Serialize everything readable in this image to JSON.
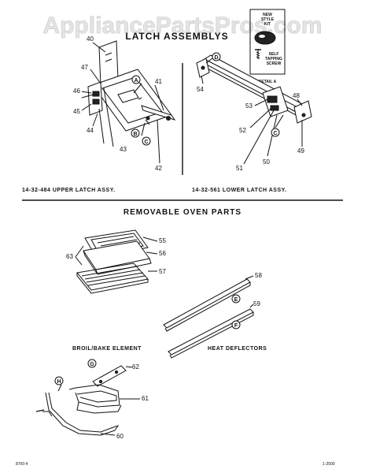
{
  "watermark": "AppliancePartsPros.com",
  "latch_section": {
    "title": "LATCH ASSEMBLYS",
    "upper_caption": "14-32-484 UPPER LATCH ASSY.",
    "lower_caption": "14-32-561 LOWER LATCH ASSY.",
    "detail_label": "DETAIL A",
    "detail_box": {
      "line1": "NEW",
      "line2": "STYLE",
      "line3": "KIT",
      "screw_line1": "SELF",
      "screw_line2": "TAPPING",
      "screw_line3": "SCREW"
    },
    "upper_numbers": [
      "40",
      "47",
      "46",
      "45",
      "44",
      "43",
      "41",
      "42"
    ],
    "upper_callouts": [
      "A",
      "B",
      "C"
    ],
    "lower_numbers": [
      "54",
      "53",
      "52",
      "51",
      "50",
      "49",
      "48"
    ],
    "lower_callouts": [
      "D",
      "C"
    ]
  },
  "oven_section": {
    "title": "REMOVABLE OVEN PARTS",
    "rack_numbers": [
      "55",
      "56",
      "57",
      "63"
    ],
    "deflector_numbers": [
      "58",
      "59"
    ],
    "deflector_callouts": [
      "E",
      "F"
    ],
    "deflector_caption": "HEAT DEFLECTORS",
    "element_caption": "BROIL/BAKE ELEMENT",
    "element_numbers": [
      "62",
      "61",
      "60"
    ],
    "element_callouts": [
      "G",
      "H"
    ]
  },
  "footer": {
    "left": "8700-4",
    "right": "1-2500"
  }
}
